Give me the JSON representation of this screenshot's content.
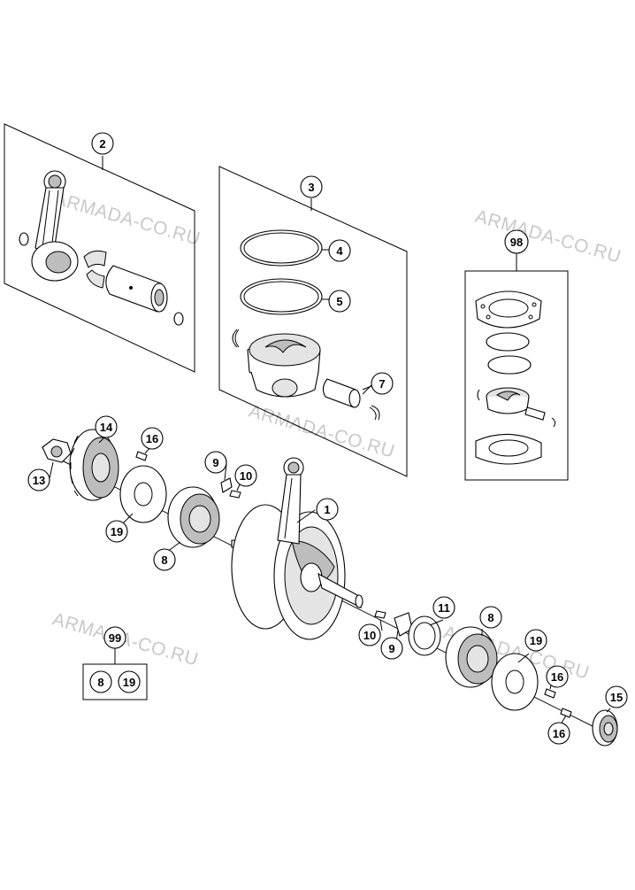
{
  "watermark": "ARMADA-CO.RU",
  "callouts": {
    "c1": "1",
    "c2": "2",
    "c3": "3",
    "c4": "4",
    "c5": "5",
    "c7": "7",
    "c8a": "8",
    "c8b": "8",
    "c9a": "9",
    "c9b": "9",
    "c10a": "10",
    "c10b": "10",
    "c11": "11",
    "c13": "13",
    "c14": "14",
    "c15": "15",
    "c16a": "16",
    "c16b": "16",
    "c16c": "16",
    "c19a": "19",
    "c19b": "19",
    "c98": "98",
    "c99": "99",
    "kit99_a": "8",
    "kit99_b": "19"
  }
}
